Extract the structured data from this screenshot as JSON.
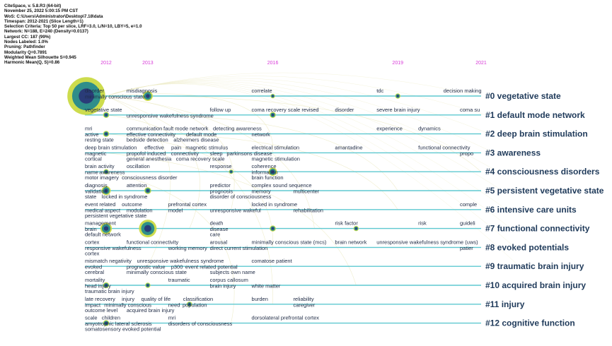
{
  "info_lines": [
    "CiteSpace, v. 5.8.R3 (64-bit)",
    "November 25, 2022 5:00:15 PM CST",
    "WoS: C:\\Users\\Administrator\\Desktop\\7.18\\data",
    "Timespan: 2012-2021 (Slice Length=1)",
    "Selection Criteria: Top 50 per slice, LRF=3.0, L/N=10, LBY=5, e=1.0",
    "Network: N=188, E=240 (Density=0.0137)",
    "Largest CC: 187 (99%)",
    "Nodes Labeled: 1.0%",
    "Pruning: Pathfinder",
    "Modularity Q=0.7891",
    "Weighted Mean Silhouette S=0.945",
    "Harmonic Mean(Q, S)=0.86"
  ],
  "colors": {
    "background": "#ffffff",
    "timeline": "#5ec8d0",
    "cluster_label": "#1f3a5a",
    "year_label": "#d83ad8",
    "node_outer": "#c8d83a",
    "node_mid": "#2f8e8a",
    "node_inner": "#2a3c78"
  },
  "chart_data": {
    "type": "timeline",
    "title": "",
    "x_axis": {
      "start": 2012,
      "end": 2021,
      "tick_labels": [
        "2012",
        "2013",
        "2016",
        "2019",
        "2021"
      ]
    },
    "clusters": [
      {
        "id": "#0",
        "label": "#0 vegetative state",
        "terms": [
          {
            "text": "disorder",
            "year": 2012
          },
          {
            "text": "minimally conscious state",
            "year": 2012
          },
          {
            "text": "misdiagnosis",
            "year": 2013
          },
          {
            "text": "correlate",
            "year": 2016
          },
          {
            "text": "tdc",
            "year": 2019
          },
          {
            "text": "decision making",
            "year": 2021
          }
        ],
        "nodes": [
          {
            "year": 2012,
            "size": 46
          },
          {
            "year": 2013,
            "size": 10
          },
          {
            "year": 2016,
            "size": 3
          },
          {
            "year": 2019,
            "size": 4
          }
        ]
      },
      {
        "id": "#1",
        "label": "#1 default mode network",
        "terms": [
          {
            "text": "vegetative state",
            "year": 2012
          },
          {
            "text": "unresponsive wakefulness syndrome",
            "year": 2013
          },
          {
            "text": "follow up",
            "year": 2015
          },
          {
            "text": "coma recovery scale revised",
            "year": 2016
          },
          {
            "text": "disorder",
            "year": 2018
          },
          {
            "text": "severe brain injury",
            "year": 2019
          },
          {
            "text": "coma su",
            "year": 2021
          }
        ],
        "nodes": [
          {
            "year": 2012,
            "size": 5
          },
          {
            "year": 2016,
            "size": 5
          }
        ]
      },
      {
        "id": "#2",
        "label": "#2 deep brain stimulation",
        "terms": [
          {
            "text": "mri",
            "year": 2012
          },
          {
            "text": "communication",
            "year": 2013
          },
          {
            "text": "effective connectivity",
            "year": 2013
          },
          {
            "text": "active",
            "year": 2012
          },
          {
            "text": "bedside detection",
            "year": 2013
          },
          {
            "text": "alzheimers disease",
            "year": 2014
          },
          {
            "text": "experience",
            "year": 2019
          },
          {
            "text": "resting state",
            "year": 2012
          },
          {
            "text": "fault mode network",
            "year": 2013
          },
          {
            "text": "default mode",
            "year": 2014
          },
          {
            "text": "detecting awareness",
            "year": 2015
          },
          {
            "text": "network",
            "year": 2016
          },
          {
            "text": "dynamics",
            "year": 2020
          }
        ],
        "nodes": [
          {
            "year": 2012,
            "size": 5
          }
        ]
      },
      {
        "id": "#3",
        "label": "#3 awareness",
        "terms": [
          {
            "text": "propofol induced",
            "year": 2013
          },
          {
            "text": "pain",
            "year": 2014
          },
          {
            "text": "deep brain stimulation",
            "year": 2012
          },
          {
            "text": "general anesthesia",
            "year": 2013
          },
          {
            "text": "coma recovery scale",
            "year": 2014
          },
          {
            "text": "electrical stimulation",
            "year": 2016
          },
          {
            "text": "functional connectivity",
            "year": 2020
          },
          {
            "text": "magnetic",
            "year": 2012
          },
          {
            "text": "cortical",
            "year": 2012
          },
          {
            "text": "effective",
            "year": 2013
          },
          {
            "text": "connectivity",
            "year": 2013
          },
          {
            "text": "magnetic stimulus",
            "year": 2014
          },
          {
            "text": "sleep",
            "year": 2015
          },
          {
            "text": "parkinsons disease",
            "year": 2015
          },
          {
            "text": "magnetic stimulation",
            "year": 2016
          },
          {
            "text": "amantadine",
            "year": 2018
          },
          {
            "text": "propo",
            "year": 2021
          }
        ],
        "nodes": []
      },
      {
        "id": "#4",
        "label": "#4 consciousness disorders",
        "terms": [
          {
            "text": "brain activity",
            "year": 2012
          },
          {
            "text": "name",
            "year": 2012
          },
          {
            "text": "motor imagery",
            "year": 2012
          },
          {
            "text": "coherence",
            "year": 2016
          },
          {
            "text": "information",
            "year": 2016
          },
          {
            "text": "awareness",
            "year": 2012
          },
          {
            "text": "oscillation",
            "year": 2013
          },
          {
            "text": "response",
            "year": 2015
          },
          {
            "text": "brain function",
            "year": 2016
          },
          {
            "text": "consciousness disorder",
            "year": 2012
          }
        ],
        "nodes": [
          {
            "year": 2012,
            "size": 4
          },
          {
            "year": 2015,
            "size": 3
          },
          {
            "year": 2016,
            "size": 8
          }
        ]
      },
      {
        "id": "#5",
        "label": "#5 persistent vegetative state",
        "terms": [
          {
            "text": "diagnosis",
            "year": 2012
          },
          {
            "text": "validation",
            "year": 2012
          },
          {
            "text": "predictor",
            "year": 2015
          },
          {
            "text": "complex sound sequence",
            "year": 2016
          },
          {
            "text": "state",
            "year": 2012
          },
          {
            "text": "prognosis",
            "year": 2015
          },
          {
            "text": "disorder of consciousness",
            "year": 2015
          },
          {
            "text": "memory",
            "year": 2016
          },
          {
            "text": "multicenter",
            "year": 2017
          },
          {
            "text": "attention",
            "year": 2013
          },
          {
            "text": "locked in syndrome",
            "year": 2012
          }
        ],
        "nodes": [
          {
            "year": 2012,
            "size": 9
          },
          {
            "year": 2013,
            "size": 6
          }
        ]
      },
      {
        "id": "#6",
        "label": "#6 intensive care units",
        "terms": [
          {
            "text": "event related",
            "year": 2012
          },
          {
            "text": "medical aspect",
            "year": 2012
          },
          {
            "text": "prefrontal cortex",
            "year": 2014
          },
          {
            "text": "persistent vegetative state",
            "year": 2012
          },
          {
            "text": "modulation",
            "year": 2013
          },
          {
            "text": "model",
            "year": 2014
          },
          {
            "text": "unresponsive wakeful",
            "year": 2015
          },
          {
            "text": "locked in syndrome",
            "year": 2016
          },
          {
            "text": "rehabilitation",
            "year": 2017
          },
          {
            "text": "comple",
            "year": 2021
          },
          {
            "text": "outcome",
            "year": 2012
          }
        ],
        "nodes": []
      },
      {
        "id": "#7",
        "label": "#7 functional connectivity",
        "terms": [
          {
            "text": "management",
            "year": 2012
          },
          {
            "text": "death",
            "year": 2015
          },
          {
            "text": "disease",
            "year": 2015
          },
          {
            "text": "brain",
            "year": 2012
          },
          {
            "text": "care",
            "year": 2015
          },
          {
            "text": "risk factor",
            "year": 2018
          },
          {
            "text": "guideli",
            "year": 2021
          },
          {
            "text": "default network",
            "year": 2012
          },
          {
            "text": "risk",
            "year": 2020
          }
        ],
        "nodes": [
          {
            "year": 2012,
            "size": 12
          },
          {
            "year": 2013,
            "size": 20
          },
          {
            "year": 2016,
            "size": 5
          },
          {
            "year": 2018,
            "size": 4
          }
        ]
      },
      {
        "id": "#8",
        "label": "#8 evoked potentials",
        "terms": [
          {
            "text": "cortex",
            "year": 2012
          },
          {
            "text": "responsive wakefulness",
            "year": 2012
          },
          {
            "text": "working memory",
            "year": 2014
          },
          {
            "text": "arousal",
            "year": 2015
          },
          {
            "text": "unresponsive wakefulness syndrome (uws)",
            "year": 2019
          },
          {
            "text": "cortex",
            "year": 2012
          },
          {
            "text": "functional connectivity",
            "year": 2013
          },
          {
            "text": "direct current stimulation",
            "year": 2015
          },
          {
            "text": "minimally conscious state (mcs)",
            "year": 2016
          },
          {
            "text": "brain network",
            "year": 2018
          },
          {
            "text": "patier",
            "year": 2021
          }
        ],
        "nodes": []
      },
      {
        "id": "#9",
        "label": "#9 traumatic brain injury",
        "terms": [
          {
            "text": "mismatch negativity",
            "year": 2012
          },
          {
            "text": "prognostic value",
            "year": 2013
          },
          {
            "text": "p300",
            "year": 2014
          },
          {
            "text": "subjects own name",
            "year": 2015
          },
          {
            "text": "evoked",
            "year": 2012
          },
          {
            "text": "minimally conscious state",
            "year": 2013
          },
          {
            "text": "cerebral",
            "year": 2012
          },
          {
            "text": "unresponsive wakefulness syndrome",
            "year": 2013
          },
          {
            "text": "event related potential",
            "year": 2014
          },
          {
            "text": "comatose patient",
            "year": 2016
          }
        ],
        "nodes": []
      },
      {
        "id": "#10",
        "label": "#10 acquired brain injury",
        "terms": [
          {
            "text": "mortality",
            "year": 2012
          },
          {
            "text": "head injury",
            "year": 2012
          },
          {
            "text": "corpus callosum",
            "year": 2015
          },
          {
            "text": "traumatic brain injury",
            "year": 2012
          },
          {
            "text": "traumatic",
            "year": 2014
          },
          {
            "text": "brain injury",
            "year": 2015
          },
          {
            "text": "white matter",
            "year": 2016
          }
        ],
        "nodes": [
          {
            "year": 2012,
            "size": 5
          },
          {
            "year": 2013,
            "size": 4
          }
        ]
      },
      {
        "id": "#11",
        "label": "#11 injury",
        "terms": [
          {
            "text": "late recovery",
            "year": 2012
          },
          {
            "text": "impact",
            "year": 2012
          },
          {
            "text": "acquired brain injury",
            "year": 2013
          },
          {
            "text": "need",
            "year": 2014
          },
          {
            "text": "reliability",
            "year": 2017
          },
          {
            "text": "outcome",
            "year": 2012
          },
          {
            "text": "minimally conscious",
            "year": 2012
          },
          {
            "text": "quality of life",
            "year": 2013
          },
          {
            "text": "population",
            "year": 2014
          },
          {
            "text": "burden",
            "year": 2016
          },
          {
            "text": "caregiver",
            "year": 2017
          },
          {
            "text": "level",
            "year": 2012
          },
          {
            "text": "classification",
            "year": 2014
          },
          {
            "text": "injury",
            "year": 2012
          }
        ],
        "nodes": [
          {
            "year": 2014,
            "size": 4
          }
        ]
      },
      {
        "id": "#12",
        "label": "#12 cognitive function",
        "terms": [
          {
            "text": "mri",
            "year": 2014
          },
          {
            "text": "scale",
            "year": 2012
          },
          {
            "text": "disorders of consciousness",
            "year": 2014
          },
          {
            "text": "dorsolateral prefrontal cortex",
            "year": 2016
          },
          {
            "text": "amyotrophic lateral sclerosis",
            "year": 2012
          },
          {
            "text": "somatosensory evoked potential",
            "year": 2012
          },
          {
            "text": "children",
            "year": 2012
          }
        ],
        "nodes": [
          {
            "year": 2012,
            "size": 5
          }
        ]
      }
    ]
  }
}
